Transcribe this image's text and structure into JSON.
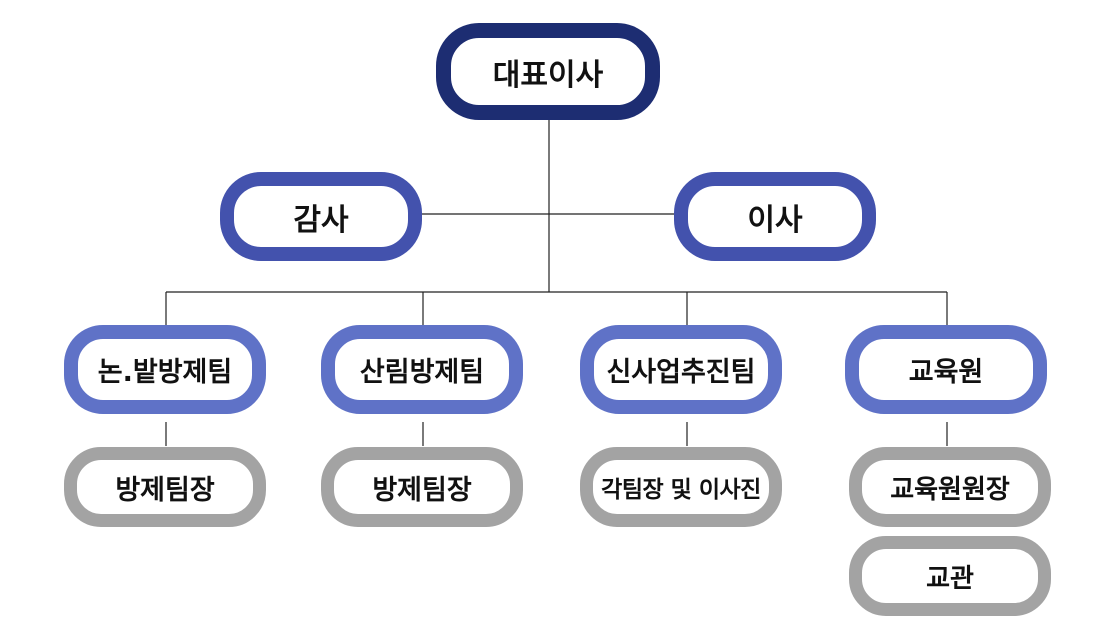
{
  "org_chart": {
    "top": "대표이사",
    "board": {
      "left": "감사",
      "right": "이사"
    },
    "teams": [
      {
        "label": "논.밭방제팀",
        "roles": [
          "방제팀장"
        ]
      },
      {
        "label": "산림방제팀",
        "roles": [
          "방제팀장"
        ]
      },
      {
        "label": "신사업추진팀",
        "roles": [
          "각팀장 및 이사진"
        ]
      },
      {
        "label": "교육원",
        "roles": [
          "교육원원장",
          "교관"
        ]
      }
    ]
  },
  "colors": {
    "top_border": "#1d2d72",
    "board_border": "#4352ad",
    "team_border": "#5f72c7",
    "role_border": "#a3a3a3",
    "connector": "#222222"
  }
}
